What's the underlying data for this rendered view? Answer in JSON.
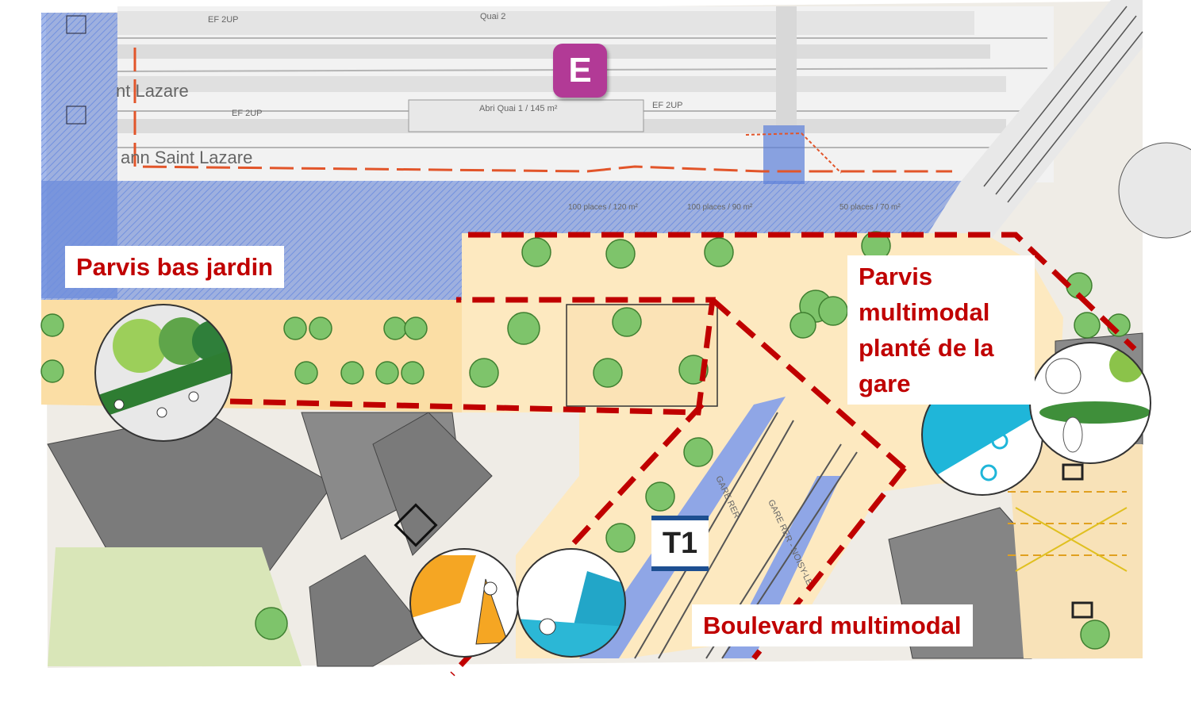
{
  "labels": {
    "parvis_bas_jardin": "Parvis bas jardin",
    "parvis_multimodal": "Parvis\nmultimodal\nplanté de la\ngare",
    "boulevard_multimodal": "Boulevard multimodal"
  },
  "badges": {
    "rer_line": "E",
    "tram_line": "T1"
  },
  "plan_text": {
    "quai_2": "Quai 2",
    "quai_1": "Abri Quai 1 / 145 m²",
    "lazare_1": "nt Lazare",
    "lazare_2": "ann Saint Lazare",
    "ef_1": "EF 2UP",
    "ef_2": "EF 2UP",
    "ef_3": "EF 2UP",
    "places_1": "100 places / 120 m²",
    "places_2": "100 places / 90 m²",
    "places_3": "50 places / 70 m²",
    "gare_1": "GARE RER",
    "gare_2": "GARE RER - NOISY-LE"
  },
  "colors": {
    "perimeter_dash": "#c00000",
    "label_text": "#c00000",
    "rer_e": "#b23a96",
    "tram_t1": "#1d4f91",
    "plaza": "#fde9c0",
    "parking_blue": "#5b7fd8",
    "tree_green": "#7ec46b"
  },
  "icons": [
    "rer-e-line-icon",
    "tram-t1-line-icon"
  ]
}
